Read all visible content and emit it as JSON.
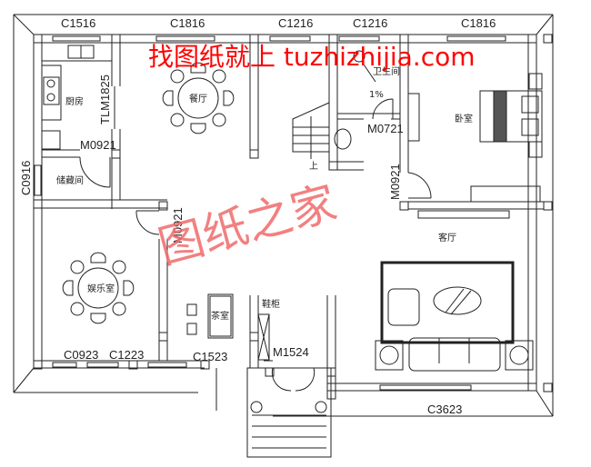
{
  "watermarks": {
    "top": "找图纸就上 tuzhizhijia.com",
    "center": "图纸之家"
  },
  "windows": {
    "top": [
      "C1516",
      "C1816",
      "C1216",
      "C1216",
      "C1816"
    ],
    "left": "C0916",
    "bottom_left": [
      "C0923",
      "C1223",
      "C1523"
    ],
    "bottom_right": "C3623"
  },
  "doors": {
    "kitchen_sliding": "TLM1825",
    "storage": "M0921",
    "bath": "M0721",
    "bedroom": "M0921",
    "entertainment": "M0921",
    "entrance": "M1524"
  },
  "rooms": {
    "kitchen": "厨房",
    "dining": "餐厅",
    "bathroom": "卫生间",
    "bedroom": "卧室",
    "storage": "储藏间",
    "living": "客厅",
    "entertainment": "娱乐室",
    "tea": "茶室",
    "shoe_cabinet": "鞋柜"
  },
  "annotations": {
    "slope": "1%",
    "stairs_up": "上"
  },
  "colors": {
    "line": "#222222",
    "watermark_red": "#ff0000",
    "watermark_pink": "#f06a6a"
  }
}
